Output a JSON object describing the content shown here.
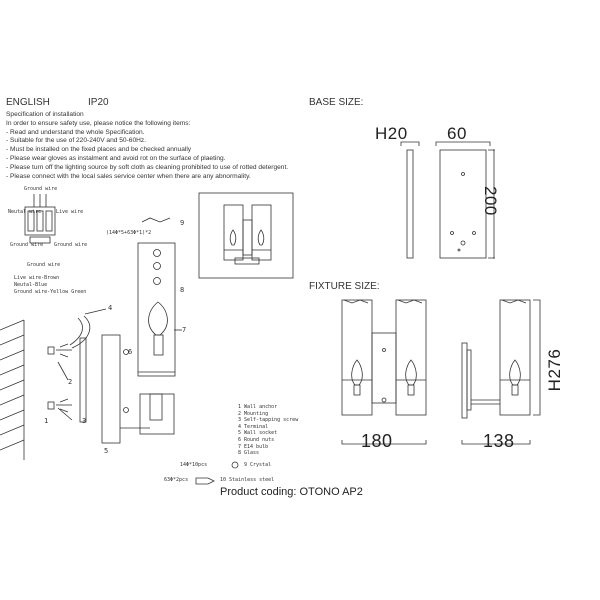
{
  "header": {
    "language": "ENGLISH",
    "ip_rating": "IP20"
  },
  "spec": {
    "title": "Specification of installation",
    "lines": [
      "In order to ensure safety use, please notice the following items:",
      "- Read and understand the whole Specification.",
      "- Suitable for the use of 220-240V and 50-60Hz.",
      "- Must be installed on the fixed places and be checked annually",
      "- Please wear gloves as instalment and avoid rot on the surface of plaeting.",
      "- Please turn off the lighting source by soft cloth as cleaning prohibited to use of rotted detergent.",
      "- Please connect with the local sales service center when there are any abnormality."
    ]
  },
  "base_size": {
    "label": "BASE SIZE:",
    "h_label": "H20",
    "width_label": "60",
    "height_label": "200"
  },
  "fixture_size": {
    "label": "FIXTURE SIZE:",
    "height_label": "H276",
    "width_label": "180",
    "depth_label": "138"
  },
  "wiring": {
    "ground_top": "Ground wire",
    "neutral": "Neutal wire",
    "live": "Live wire",
    "ground_side": "Ground wire",
    "ground_bottom": "Ground wire",
    "color_live": "Live wire-Brown",
    "color_neutral": "Neutal-Blue",
    "color_ground": "Ground wire-Yellow Green"
  },
  "callouts": {
    "c1": "1",
    "c2": "2",
    "c3": "3",
    "c4": "4",
    "c5": "5",
    "c6": "6",
    "c7": "7",
    "c8": "8",
    "c9": "9",
    "c10": "10",
    "crystal_qty": "(14Φ*5+63Φ*1)*2"
  },
  "parts": [
    "1 Wall anchor",
    "2 Mounting",
    "3 Self-tapping screw",
    "4 Terminal",
    "5 Wall socket",
    "6 Round nuts",
    "7 E14 bulb",
    "8 Glass",
    "9 Crystal",
    "10 Stainless steel"
  ],
  "part_qty": {
    "crystal": "14Φ*10pcs",
    "steel": "63Φ*2pcs"
  },
  "product_coding": "Product coding: OTONO AP2"
}
